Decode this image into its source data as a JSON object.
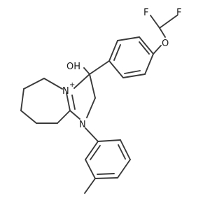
{
  "molecule": {
    "atoms": {
      "f_left": "F",
      "f_right": "F",
      "o_ether": "O",
      "hydroxyl": "OH",
      "n_plus": "N",
      "n_plus_charge": "+",
      "n_aryl": "N"
    }
  }
}
